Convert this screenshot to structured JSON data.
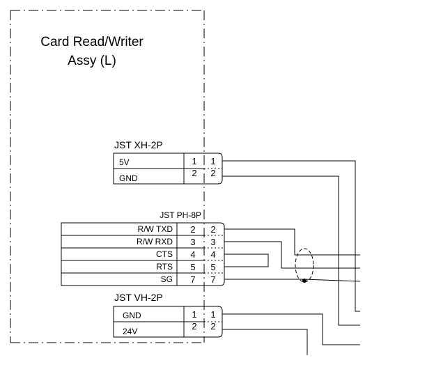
{
  "assembly": {
    "title_line1": "Card Read/Writer",
    "title_line2": "Assy (L)"
  },
  "connectors": {
    "xh": {
      "name": "JST XH-2P",
      "rows": [
        {
          "signal": "5V",
          "pin_a": "1",
          "pin_b": "1"
        },
        {
          "signal": "GND",
          "pin_a": "2",
          "pin_b": "2"
        }
      ]
    },
    "ph": {
      "name": "JST PH-8P",
      "rows": [
        {
          "signal": "R/W TXD",
          "pin_a": "2",
          "pin_b": "2"
        },
        {
          "signal": "R/W RXD",
          "pin_a": "3",
          "pin_b": "3"
        },
        {
          "signal": "CTS",
          "pin_a": "4",
          "pin_b": "4"
        },
        {
          "signal": "RTS",
          "pin_a": "5",
          "pin_b": "5"
        },
        {
          "signal": "SG",
          "pin_a": "7",
          "pin_b": "7"
        }
      ]
    },
    "vh": {
      "name": "JST VH-2P",
      "rows": [
        {
          "signal": "GND",
          "pin_a": "1",
          "pin_b": "1"
        },
        {
          "signal": "24V",
          "pin_a": "2",
          "pin_b": "2"
        }
      ]
    }
  }
}
